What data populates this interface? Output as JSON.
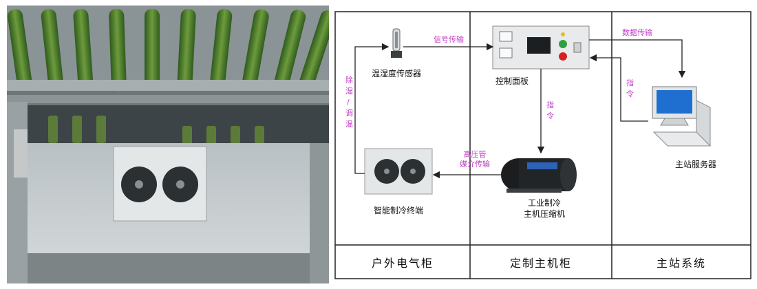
{
  "diagram": {
    "columns": [
      "户外电气柜",
      "定制主机柜",
      "主站系统"
    ],
    "nodes": {
      "sensor": "温湿度传感器",
      "panel": "控制面板",
      "terminal": "智能制冷终端",
      "compressor_line1": "工业制冷",
      "compressor_line2": "主机压缩机",
      "server": "主站服务器"
    },
    "edges": {
      "signal": "信号传输",
      "data": "数据传输",
      "command_down_1": "指",
      "command_down_2": "令",
      "command_up_1": "指",
      "command_up_2": "令",
      "refrigerant_1": "高压管",
      "refrigerant_2": "媒介传输",
      "dehum_1": "除",
      "dehum_2": "湿",
      "dehum_3": "/",
      "dehum_4": "调",
      "dehum_5": "温"
    }
  },
  "colors": {
    "edge_label": "#c23cc6",
    "frame": "#222222"
  }
}
